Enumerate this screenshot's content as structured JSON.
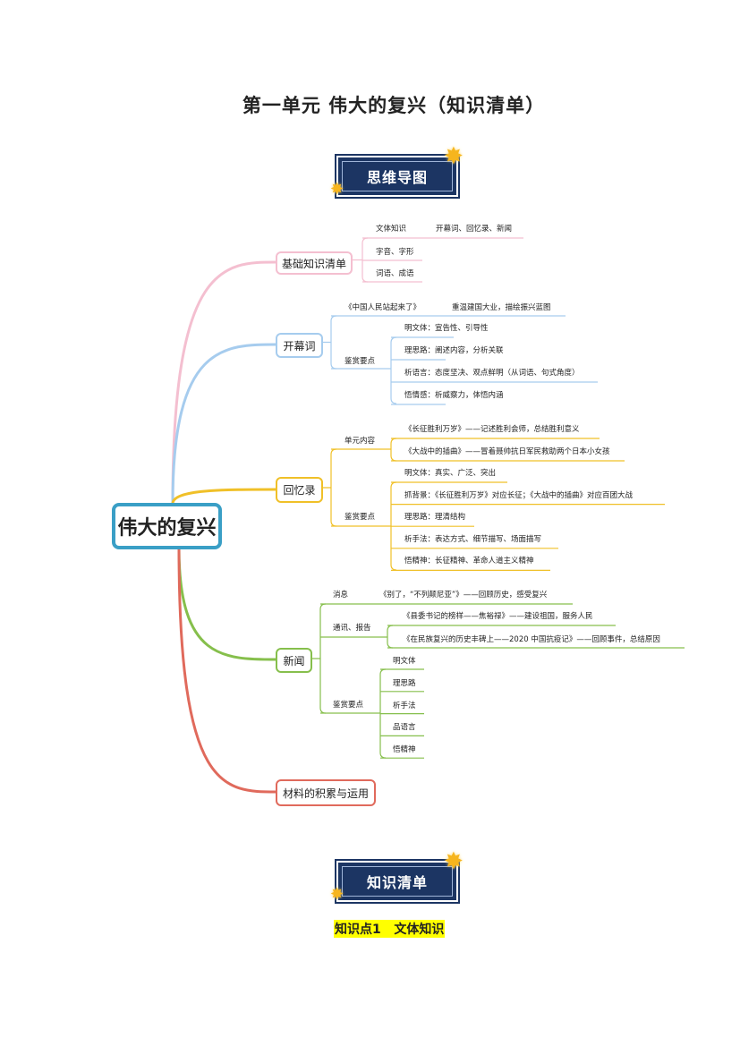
{
  "title": "第一单元  伟大的复兴（知识清单）",
  "banner_mindmap": "思维导图",
  "banner_checklist": "知识清单",
  "knowledge_point": "知识点1   文体知识",
  "colors": {
    "banner": "#1c3563",
    "center": "#3a9fc6",
    "basic": "#f4bfd0",
    "opening": "#a6ccee",
    "memoir": "#f0c028",
    "news": "#86bf4c",
    "material": "#e06a5c",
    "star": "#f6b51e"
  },
  "mindmap": {
    "center": "伟大的复兴",
    "basic": {
      "label": "基础知识清单",
      "items": [
        "文体知识",
        "开幕词、回忆录、新闻",
        "字音、字形",
        "词语、成语"
      ]
    },
    "opening": {
      "label": "开幕词",
      "work": "《中国人民站起来了》",
      "work_note": "重温建国大业，描绘振兴蓝图",
      "appreciation": "鉴赏要点",
      "points": [
        "明文体：宣告性、引导性",
        "理思路：阐述内容，分析关联",
        "析语言：态度坚决、观点鲜明（从词语、句式角度）",
        "悟情感：析威察力，体悟内涵"
      ]
    },
    "memoir": {
      "label": "回忆录",
      "unit_content": "单元内容",
      "works": [
        "《长征胜利万岁》——记述胜利会师，总结胜利意义",
        "《大战中的插曲》——冒着聂帅抗日军民救助两个日本小女孩"
      ],
      "appreciation": "鉴赏要点",
      "points": [
        "明文体：真实、广泛、突出",
        "抓背景：《长征胜利万岁》对应长征；《大战中的插曲》对应百团大战",
        "理思路：理清结构",
        "析手法：表达方式、细节描写、场面描写",
        "悟精神：长征精神、革命人道主义精神"
      ]
    },
    "news": {
      "label": "新闻",
      "message": "消息",
      "message_work": "《别了，“不列颠尼亚”》——回顾历史，感受复兴",
      "report": "通讯、报告",
      "report_works": [
        "《县委书记的榜样——焦裕禄》——建设祖国，服务人民",
        "《在民族复兴的历史丰碑上——2020 中国抗疫记》——回顾事件，总结原因"
      ],
      "appreciation": "鉴赏要点",
      "points": [
        "明文体",
        "理思路",
        "析手法",
        "品语言",
        "悟精神"
      ]
    },
    "material": {
      "label": "材料的积累与运用"
    }
  }
}
